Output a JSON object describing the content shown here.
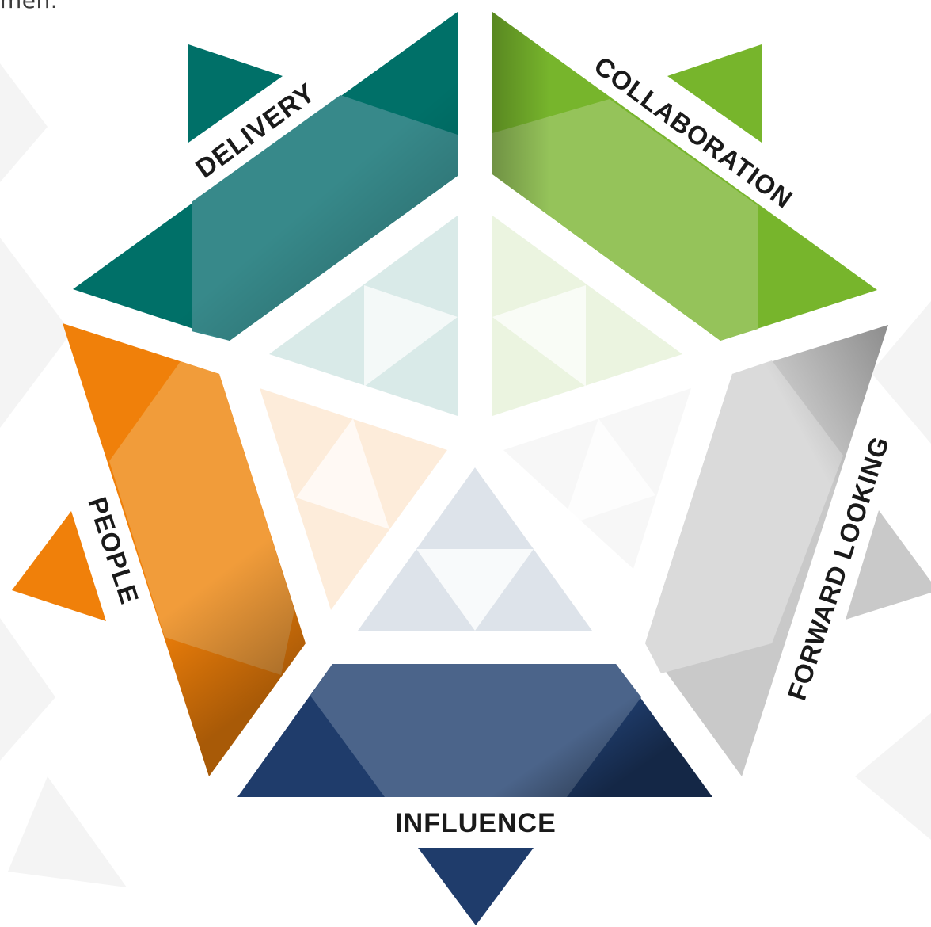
{
  "intro_fragment": "men.",
  "diagram": {
    "segments": [
      {
        "key": "delivery",
        "label": "DELIVERY",
        "color": "#007068",
        "light": "#37898a"
      },
      {
        "key": "collaboration",
        "label": "COLLABORATION",
        "color": "#77b52c",
        "light": "#95c35a"
      },
      {
        "key": "forward_looking",
        "label": "FORWARD LOOKING",
        "color": "#c9c9c9",
        "light": "#dadada"
      },
      {
        "key": "influence",
        "label": "INFLUENCE",
        "color": "#1f3c6b",
        "light": "#4b648a"
      },
      {
        "key": "people",
        "label": "PEOPLE",
        "color": "#f0800a",
        "light": "#f19c3a"
      }
    ],
    "center_color": "#dde3ea"
  }
}
